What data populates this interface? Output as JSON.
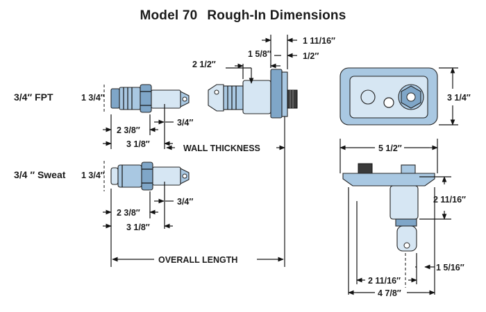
{
  "title": {
    "model": "Model 70",
    "subtitle": "Rough-In Dimensions"
  },
  "fittings": {
    "fpt": {
      "label": "3/4″ FPT",
      "height": "1 3/4″",
      "len_a": "2 3/8″",
      "len_b": "3 1/8″",
      "tip": "3/4″"
    },
    "sweat": {
      "label": "3/4 ″ Sweat",
      "height": "1 3/4″",
      "len_a": "2 3/8″",
      "len_b": "3 1/8″",
      "tip": "3/4″"
    }
  },
  "valve_body": {
    "top_a": "1 11/16″",
    "top_b": "1/2″",
    "width": "1 5/8″",
    "height": "2 1/2″"
  },
  "wall_thickness": "WALL THICKNESS",
  "overall_length": "OVERALL   LENGTH",
  "front_view": {
    "width": "5 1/2″",
    "height": "3 1/4″"
  },
  "side_view": {
    "drop": "2 11/16″",
    "bottom_a": "2 11/16″",
    "bottom_b": "4 7/8″",
    "right": "1 5/16″"
  }
}
